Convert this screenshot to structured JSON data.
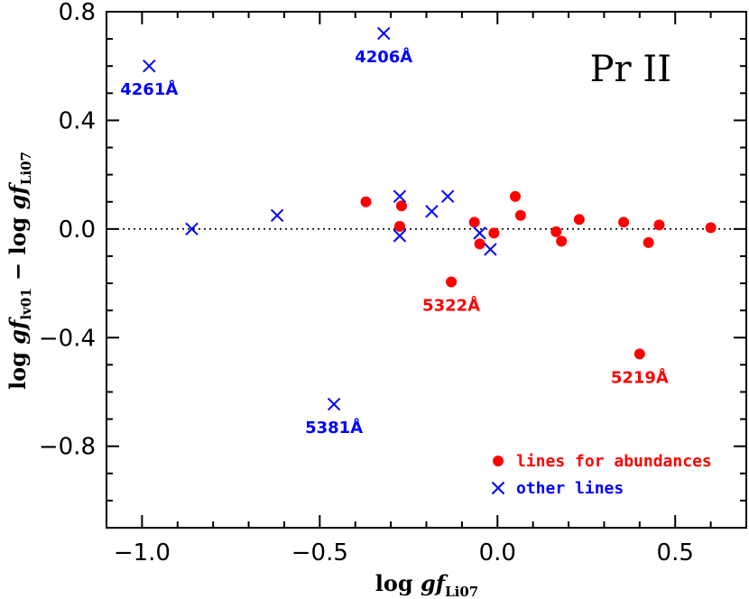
{
  "chart_data": {
    "type": "scatter",
    "species_label": "Pr II",
    "xlabel": {
      "base": "log ",
      "gf": "gf",
      "sub": "Li07"
    },
    "ylabel": {
      "base": "log ",
      "gf1": "gf",
      "sub1": "lv01",
      "mid": " − log ",
      "gf2": "gf",
      "sub2": "Li07"
    },
    "xlim": [
      -1.1,
      0.7
    ],
    "ylim": [
      -1.1,
      0.8
    ],
    "x_ticks": [
      -1.0,
      -0.5,
      0.0,
      0.5
    ],
    "x_tick_labels": [
      "−1.0",
      "−0.5",
      "0.0",
      "0.5"
    ],
    "y_ticks": [
      -0.8,
      -0.4,
      0.0,
      0.4,
      0.8
    ],
    "y_tick_labels": [
      "−0.8",
      "−0.4",
      "0.0",
      "0.4",
      "0.8"
    ],
    "x_minor_step": 0.1,
    "y_minor_step": 0.1,
    "reference_line": {
      "y": 0.0,
      "style": "dotted"
    },
    "colors": {
      "abundance": "#ff0000",
      "other": "#0000ff",
      "axis": "#000000"
    },
    "series": [
      {
        "name": "lines for abundances",
        "marker": "circle",
        "color": "#ff0000",
        "points": [
          {
            "x": -0.37,
            "y": 0.1
          },
          {
            "x": -0.275,
            "y": 0.01
          },
          {
            "x": -0.27,
            "y": 0.085
          },
          {
            "x": -0.13,
            "y": -0.195
          },
          {
            "x": -0.065,
            "y": 0.025
          },
          {
            "x": -0.05,
            "y": -0.055
          },
          {
            "x": -0.01,
            "y": -0.015
          },
          {
            "x": 0.05,
            "y": 0.12
          },
          {
            "x": 0.065,
            "y": 0.05
          },
          {
            "x": 0.165,
            "y": -0.01
          },
          {
            "x": 0.18,
            "y": -0.045
          },
          {
            "x": 0.23,
            "y": 0.035
          },
          {
            "x": 0.355,
            "y": 0.025
          },
          {
            "x": 0.4,
            "y": -0.46
          },
          {
            "x": 0.425,
            "y": -0.05
          },
          {
            "x": 0.455,
            "y": 0.015
          },
          {
            "x": 0.6,
            "y": 0.005
          }
        ]
      },
      {
        "name": "other lines",
        "marker": "x",
        "color": "#0000ff",
        "points": [
          {
            "x": -0.98,
            "y": 0.6
          },
          {
            "x": -0.86,
            "y": 0.0
          },
          {
            "x": -0.62,
            "y": 0.05
          },
          {
            "x": -0.46,
            "y": -0.645
          },
          {
            "x": -0.32,
            "y": 0.72
          },
          {
            "x": -0.275,
            "y": 0.12
          },
          {
            "x": -0.275,
            "y": -0.025
          },
          {
            "x": -0.185,
            "y": 0.065
          },
          {
            "x": -0.14,
            "y": 0.12
          },
          {
            "x": -0.05,
            "y": -0.015
          },
          {
            "x": -0.02,
            "y": -0.075
          }
        ]
      }
    ],
    "annotations": [
      {
        "text": "4261Å",
        "x": -0.98,
        "y": 0.6,
        "color": "#0000ff"
      },
      {
        "text": "4206Å",
        "x": -0.32,
        "y": 0.72,
        "color": "#0000ff"
      },
      {
        "text": "5381Å",
        "x": -0.46,
        "y": -0.645,
        "color": "#0000ff"
      },
      {
        "text": "5322Å",
        "x": -0.13,
        "y": -0.195,
        "color": "#ff0000"
      },
      {
        "text": "5219Å",
        "x": 0.4,
        "y": -0.46,
        "color": "#ff0000"
      }
    ],
    "legend": {
      "position": "bottom-right",
      "entries": [
        {
          "label": "lines for abundances",
          "marker": "circle",
          "color": "#ff0000"
        },
        {
          "label": "other lines",
          "marker": "x",
          "color": "#0000ff"
        }
      ]
    },
    "grid": false
  }
}
